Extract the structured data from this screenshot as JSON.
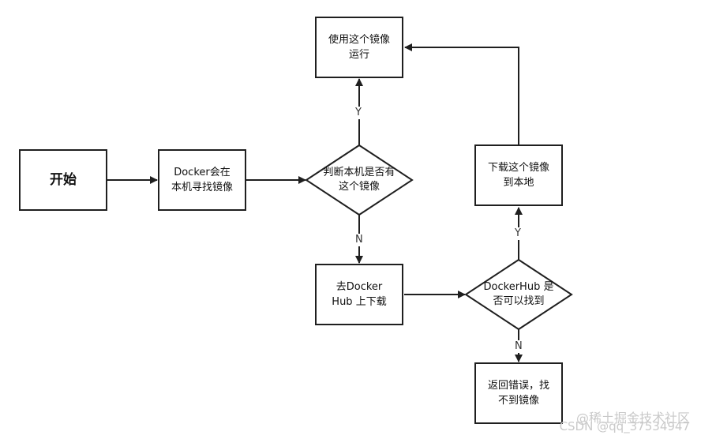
{
  "nodes": {
    "start": "开始",
    "docker_search": "Docker会在\n本机寻找镜像",
    "local_check": "判断本机是否有\n这个镜像",
    "run_image": "使用这个镜像\n运行",
    "hub_download": "去Docker\nHub 上下载",
    "hub_check": "DockerHub 是\n否可以找到",
    "download_local": "下载这个镜像\n到本地",
    "return_error": "返回错误，找\n不到镜像"
  },
  "edge_labels": {
    "local_yes": "Y",
    "local_no": "N",
    "hub_yes": "Y",
    "hub_no": "N"
  },
  "watermark": {
    "line1": "@稀土掘金技术社区",
    "line2": "CSDN @qq_37534947"
  },
  "colors": {
    "stroke": "#1f1f1f",
    "text": "#111111",
    "watermark": "#c9c9c9"
  }
}
